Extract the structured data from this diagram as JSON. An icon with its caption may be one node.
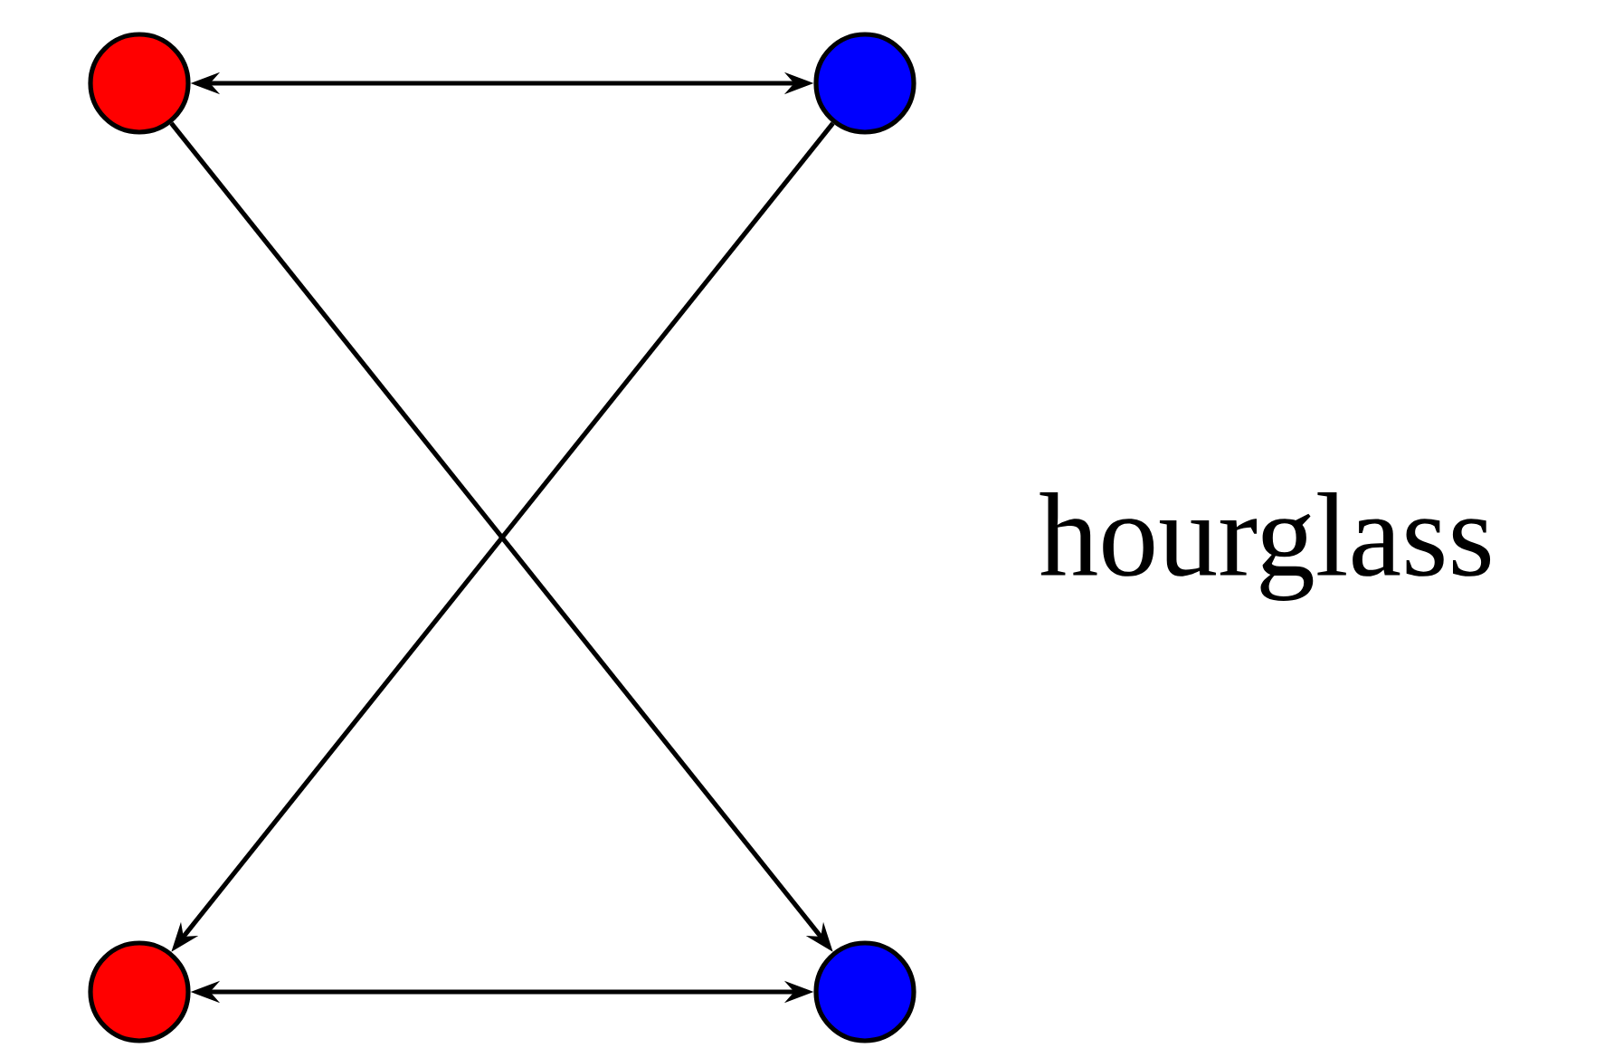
{
  "diagram": {
    "nodes": [
      {
        "text": [],
        "shape": "circle"
      },
      {
        "text": [],
        "shape": "circle"
      },
      {
        "text": [],
        "shape": "circle"
      },
      {
        "text": [],
        "shape": "circle"
      }
    ],
    "edges": [
      {
        "from": 0,
        "to": 1,
        "arrow": "both"
      },
      {
        "from": 0,
        "to": 3,
        "arrow": "to"
      },
      {
        "from": 1,
        "to": 2,
        "arrow": "to"
      },
      {
        "from": 2,
        "to": 3,
        "arrow": "both"
      }
    ],
    "labels": [
      "hourglass"
    ]
  }
}
